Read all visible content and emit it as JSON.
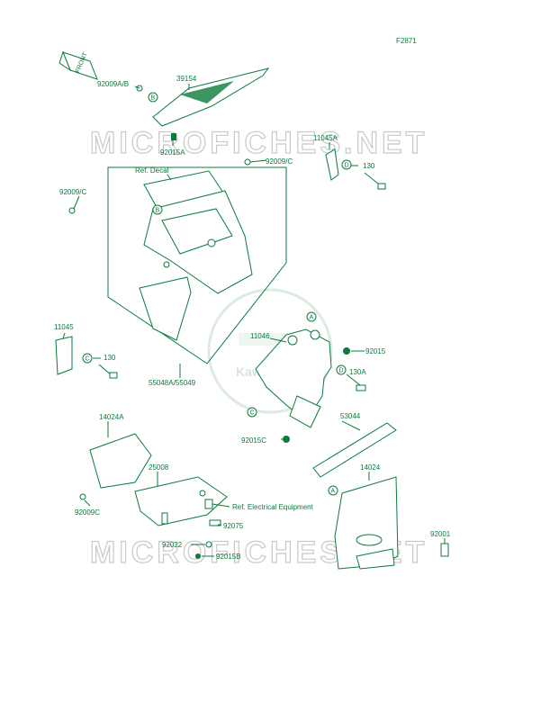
{
  "figure_code": "F2871",
  "front_arrow": "FRONT",
  "watermark": "MICROFICHES.NET",
  "logo_text": "Kawasaki",
  "colors": {
    "ink": "#0b7a3b",
    "watermark": "#c9c9c9",
    "background": "#ffffff"
  },
  "labels": {
    "p92009ab": "92009A/B",
    "p39154": "39154",
    "p92015a": "92015A",
    "p11045a": "11045A",
    "p130_top": "130",
    "p92009c_top": "92009/C",
    "ref_decal": "Ref. Decal",
    "p92009c_left": "92009/C",
    "p11045": "11045",
    "p130_left": "130",
    "p55048": "55048A/55049",
    "p11046": "11046",
    "p92015": "92015",
    "p130a": "130A",
    "p92015c": "92015C",
    "p53044": "53044",
    "p14024a": "14024A",
    "p25008": "25008",
    "p92009c_bottom": "92009C",
    "ref_elec": "Ref. Electrical Equipment",
    "p92075": "92075",
    "p92022": "92022",
    "p92015b": "92015B",
    "p14024": "14024",
    "p92001": "92001"
  },
  "callouts": {
    "a1": "A",
    "a2": "A",
    "b1": "B",
    "b2": "B",
    "c1": "C",
    "c2": "C",
    "d1": "D",
    "d2": "D"
  }
}
